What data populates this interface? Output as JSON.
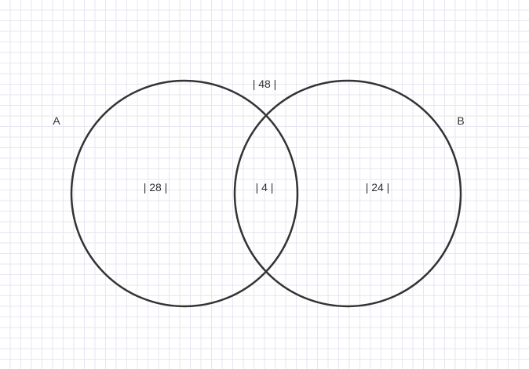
{
  "sets": {
    "a": {
      "label": "A"
    },
    "b": {
      "label": "B"
    }
  },
  "regions": {
    "outside": "| 48 |",
    "only_a": "| 28 |",
    "a_and_b": "| 4 |",
    "only_b": "| 24 |"
  },
  "colors": {
    "stroke": "#333333",
    "grid": "#e6e6f2",
    "background": "#ffffff"
  }
}
